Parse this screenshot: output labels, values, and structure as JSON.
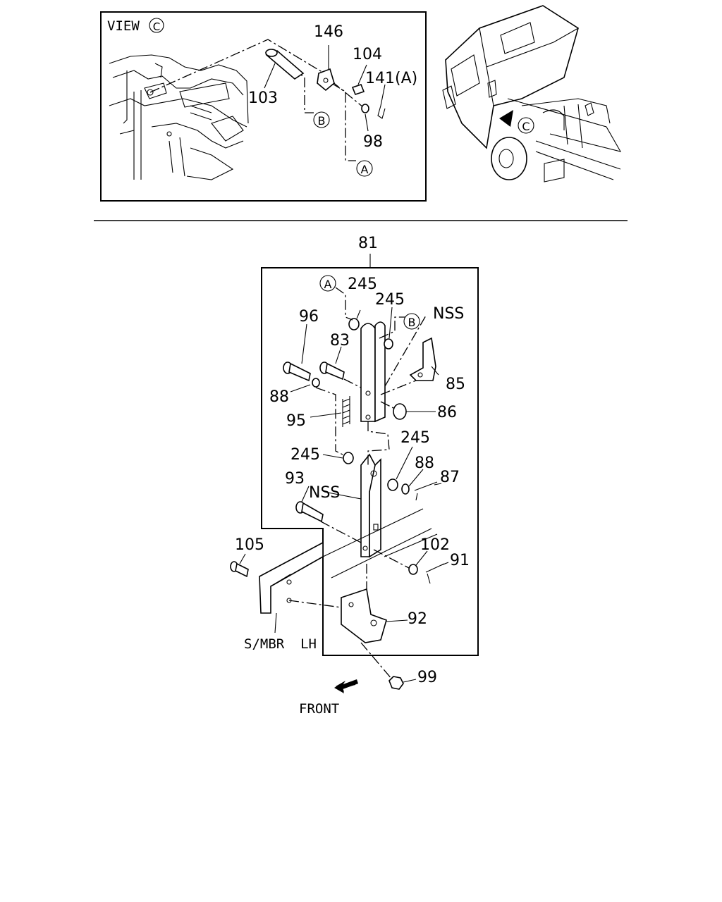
{
  "view_panel": {
    "title": "VIEW",
    "view_letter": "C",
    "callouts": {
      "p146": "146",
      "p104": "104",
      "p141a": "141(A)",
      "p103": "103",
      "p98": "98",
      "ref_b": "B",
      "ref_a": "A"
    }
  },
  "truck_panel": {
    "view_marker": "C"
  },
  "main_assembly": {
    "assembly_number": "81",
    "callouts": {
      "ref_a": "A",
      "ref_b": "B",
      "p245_top_left": "245",
      "p245_top_right": "245",
      "nss_top": "NSS",
      "p96": "96",
      "p83": "83",
      "p85": "85",
      "p88_left": "88",
      "p86": "86",
      "p95": "95",
      "p245_mid_left": "245",
      "p245_mid_right": "245",
      "p88_right": "88",
      "p87": "87",
      "p93": "93",
      "nss_mid": "NSS",
      "p105": "105",
      "p102": "102",
      "p91": "91",
      "p92": "92",
      "p99": "99",
      "side_member": "S/MBR  LH",
      "front": "FRONT"
    }
  }
}
